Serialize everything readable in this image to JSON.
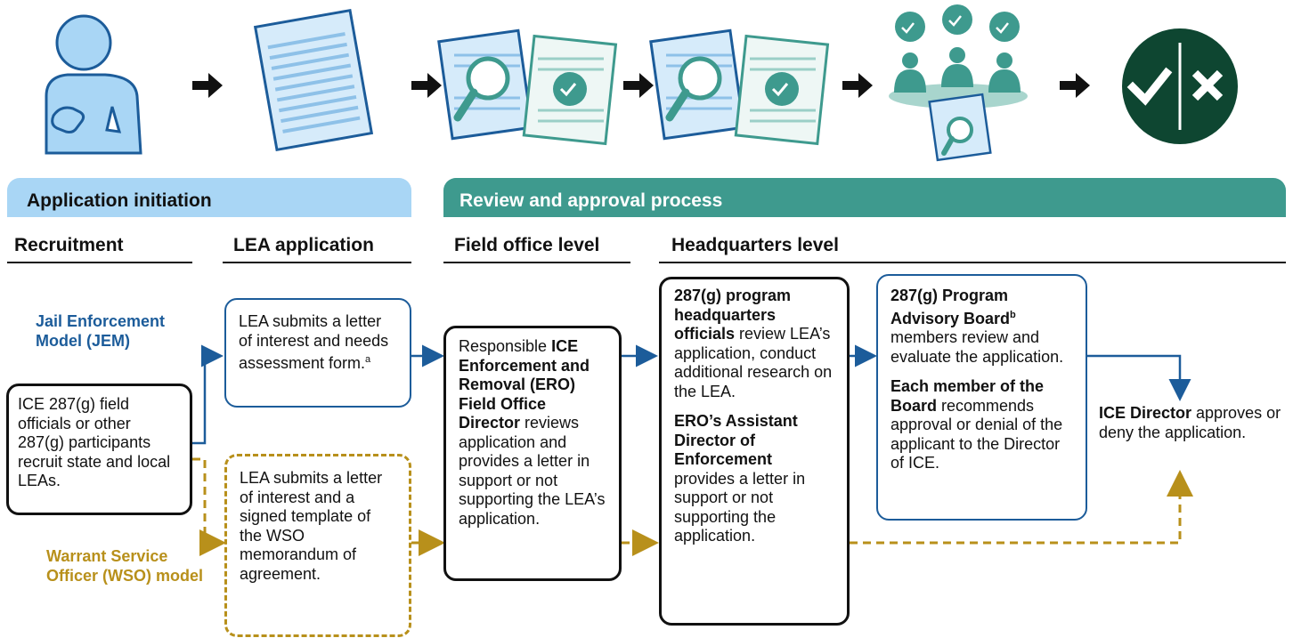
{
  "colors": {
    "blue_arrow": "#1c5c9a",
    "gold_arrow": "#b8901b",
    "teal_banner": "#3e9a8e",
    "light_blue_banner": "#a9d6f5",
    "dark_green": "#0e4631"
  },
  "icons": [
    "person-pointing-icon",
    "document-icon",
    "document-magnifier-icon",
    "approval-document-icon",
    "review-board-icon",
    "approve-deny-icon"
  ],
  "banners": {
    "initiation": "Application initiation",
    "review": "Review and approval process"
  },
  "columns": {
    "recruitment": "Recruitment",
    "lea_application": "LEA application",
    "field_office": "Field office level",
    "headquarters": "Headquarters level"
  },
  "models": {
    "jem": "Jail Enforcement Model (JEM)",
    "wso": "Warrant Service Officer (WSO) model"
  },
  "boxes": {
    "recruit": "ICE 287(g) field officials or other 287(g) participants recruit state and local LEAs.",
    "jem_app": {
      "text": "LEA submits a letter of interest and needs assessment form.",
      "note": "a"
    },
    "wso_app": "LEA submits a letter of interest and a signed template of the WSO memorandum of agreement.",
    "field": {
      "pre": "Responsible ",
      "bold": "ICE Enforcement and Removal (ERO) Field Office Director",
      "post": " reviews application and provides a letter in support or not supporting the LEA’s application."
    },
    "hq": {
      "p1_bold": "287(g) program headquarters officials",
      "p1_rest": " review LEA’s application, conduct additional research on the LEA.",
      "p2_bold": "ERO’s Assistant Director of Enforcement",
      "p2_rest": " provides a letter in support or not supporting the application."
    },
    "board": {
      "p1_bold": "287(g) Program Advisory Board",
      "p1_note": "b",
      "p1_rest": " members review and evaluate the application.",
      "p2_bold": "Each member of the Board",
      "p2_rest": " recommends approval or denial of the applicant to the Director of ICE."
    },
    "director": {
      "bold": "ICE Director",
      "rest": " approves or deny the application."
    }
  }
}
